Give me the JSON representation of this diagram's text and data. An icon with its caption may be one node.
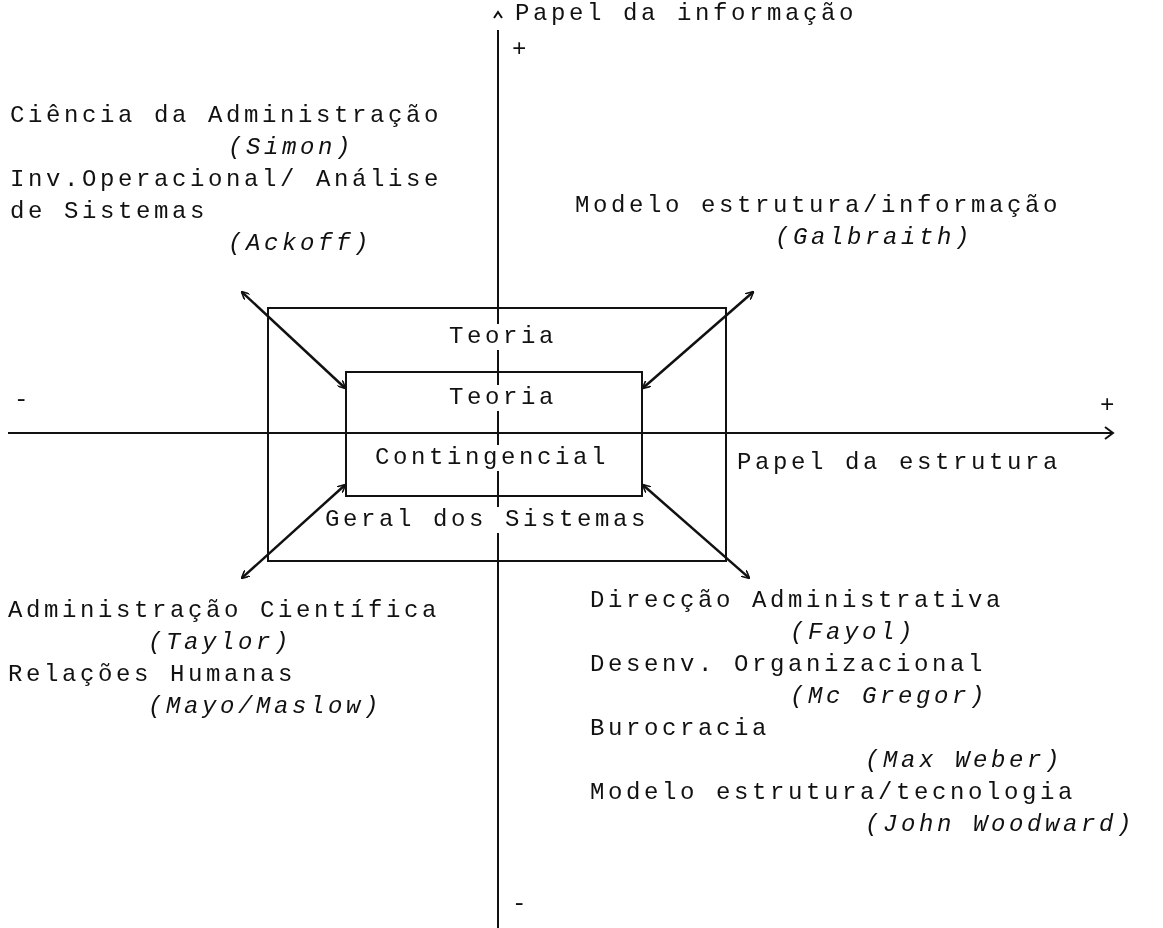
{
  "diagram": {
    "nodes": [
      {
        "text": [
          "Ciência da Administração",
          "(Simon)",
          "Inv.Operacional/ Análise de Sistemas",
          "(Ackoff)"
        ]
      },
      {
        "text": [
          "Modelo estrutura/informação",
          "(Galbraith)"
        ]
      },
      {
        "text": [
          "Teoria",
          "Geral dos Sistemas"
        ]
      },
      {
        "text": [
          "Teoria",
          "Contingencial"
        ],
        "in": 2
      },
      {
        "text": [
          "Administração Científica",
          "(Taylor)",
          "Relações Humanas",
          "(Mayo/Maslow)"
        ]
      },
      {
        "text": [
          "Direcção Administrativa",
          "(Fayol)",
          "Desenv. Organizacional",
          "(Mc Gregor)",
          "Burocracia",
          "(Max Weber)",
          "Modelo estrutura/tecnologia",
          "(John Woodward)"
        ]
      }
    ],
    "edges": [
      {
        "from": 0,
        "to": 3,
        "arrow": "both"
      },
      {
        "from": 1,
        "to": 3,
        "arrow": "both"
      },
      {
        "from": 4,
        "to": 3,
        "arrow": "both"
      },
      {
        "from": 5,
        "to": 3,
        "arrow": "both"
      }
    ],
    "labels": [
      "Papel da informação",
      "+",
      "-",
      "+",
      "Papel da estrutura",
      "-"
    ]
  }
}
